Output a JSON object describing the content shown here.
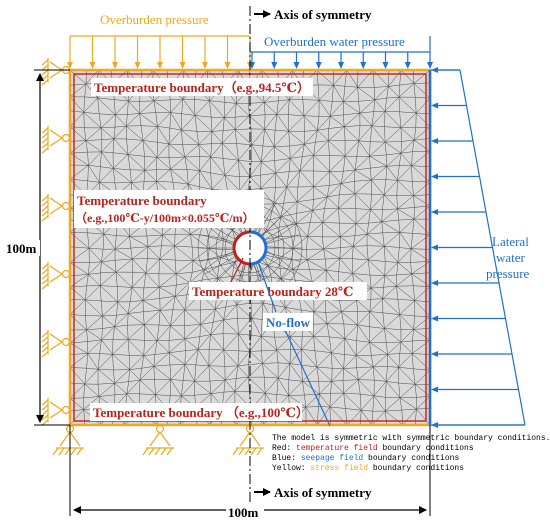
{
  "labels": {
    "overburden_pressure": "Overburden pressure",
    "axis_symmetry_top": "Axis of symmetry",
    "overburden_water_pressure": "Overburden water pressure",
    "temp_top": "Temperature boundary（e.g.,94.5℃）",
    "temp_left_line1": "Temperature boundary",
    "temp_left_line2": "（e.g.,100℃-y/100m×0.055℃/m）",
    "temp_tunnel": "Temperature boundary 28℃",
    "no_flow": "No-flow",
    "temp_bottom": "Temperature boundary （e.g.,100℃）",
    "lateral_line1": "Lateral",
    "lateral_line2": "water",
    "lateral_line3": "pressure",
    "height_dim": "100m",
    "width_dim": "100m",
    "axis_symmetry_bottom": "Axis of symmetry"
  },
  "legend": {
    "line1": "The model is symmetric with symmetric boundary conditions.",
    "red_prefix": "Red: ",
    "red_field": "temperature field",
    "red_suffix": " boundary conditions",
    "blue_prefix": "Blue: ",
    "blue_field": "seepage field",
    "blue_suffix": " boundary conditions",
    "yellow_prefix": "Yellow: ",
    "yellow_field": "stress field",
    "yellow_suffix": " boundary conditions"
  },
  "colors": {
    "temperature": "#c0201c",
    "seepage": "#1f6fd6",
    "stress": "#f0a820",
    "mesh_fill": "#d9d9d9",
    "mesh_line": "#555555"
  }
}
